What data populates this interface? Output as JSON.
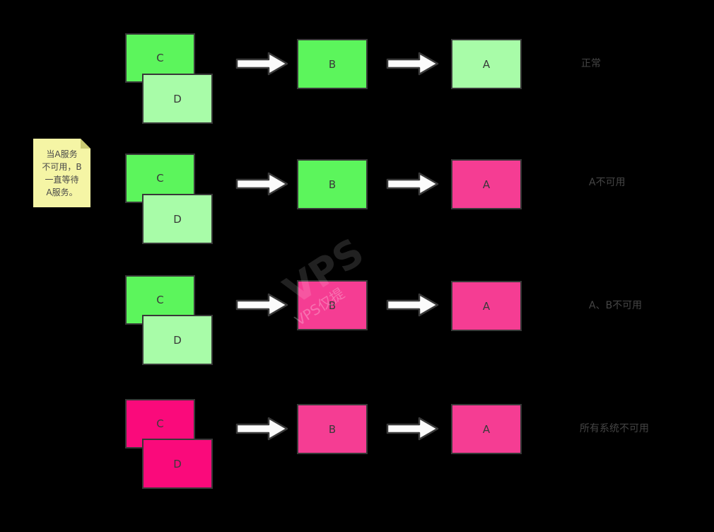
{
  "diagram": {
    "title_note": {
      "lines": [
        "当A服务",
        "不可用，B",
        "一直等待",
        "A服务。"
      ],
      "full_text": "当A服务不可用，B一直等待A服务。"
    },
    "watermark": {
      "text_big": "VPS",
      "text_small": "VPS仅提"
    },
    "colors": {
      "background": "#000000",
      "green": "#5cf55c",
      "light_green": "#a8fca8",
      "pink": "#f53d93",
      "deep_pink": "#fa0a7b",
      "border": "#383838",
      "note_fill": "#f5f5a5",
      "label_text": "#454545"
    },
    "rows": [
      {
        "label": "正常",
        "c": {
          "label": "C",
          "color": "#5cf55c"
        },
        "d": {
          "label": "D",
          "color": "#a8fca8"
        },
        "b": {
          "label": "B",
          "color": "#5cf55c"
        },
        "a": {
          "label": "A",
          "color": "#a8fca8"
        }
      },
      {
        "label": "A不可用",
        "c": {
          "label": "C",
          "color": "#5cf55c"
        },
        "d": {
          "label": "D",
          "color": "#a8fca8"
        },
        "b": {
          "label": "B",
          "color": "#5cf55c"
        },
        "a": {
          "label": "A",
          "color": "#f53d93"
        }
      },
      {
        "label": "A、B不可用",
        "c": {
          "label": "C",
          "color": "#5cf55c"
        },
        "d": {
          "label": "D",
          "color": "#a8fca8"
        },
        "b": {
          "label": "B",
          "color": "#f53d93"
        },
        "a": {
          "label": "A",
          "color": "#f53d93"
        }
      },
      {
        "label": "所有系统不可用",
        "c": {
          "label": "C",
          "color": "#fa0a7b"
        },
        "d": {
          "label": "D",
          "color": "#fa0a7b"
        },
        "b": {
          "label": "B",
          "color": "#f53d93"
        },
        "a": {
          "label": "A",
          "color": "#f53d93"
        }
      }
    ]
  }
}
